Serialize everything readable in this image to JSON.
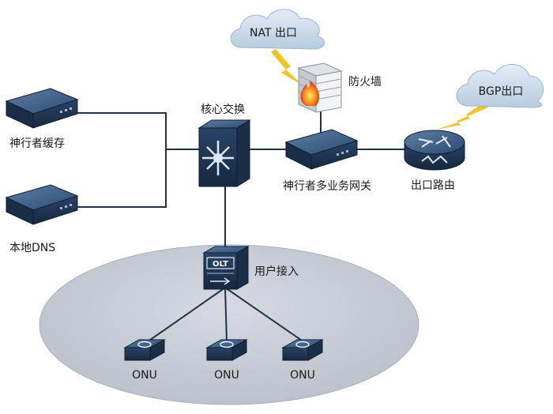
{
  "nodes": {
    "nat_cloud": "NAT  出口",
    "bgp_cloud": "BGP出口",
    "firewall": "防火墙",
    "core_switch": "核心交换",
    "cache_server": "神行者缓存",
    "dns_server": "本地DNS",
    "gateway": "神行者多业务网关",
    "router": "出口路由",
    "olt": "用户接入",
    "olt_face": "OLT",
    "onu": [
      "ONU",
      "ONU",
      "ONU"
    ]
  },
  "colors": {
    "line": "#1f3347",
    "device_dark": "#1e3656",
    "device_mid": "#3f5f86",
    "cloud": "#c9d9e8",
    "ellipse": "#c9ced6",
    "lightning": "#f2c22b"
  },
  "icons": [
    "cloud-icon",
    "firewall-icon",
    "switch-icon",
    "server-icon",
    "router-icon",
    "olt-icon",
    "onu-icon"
  ]
}
